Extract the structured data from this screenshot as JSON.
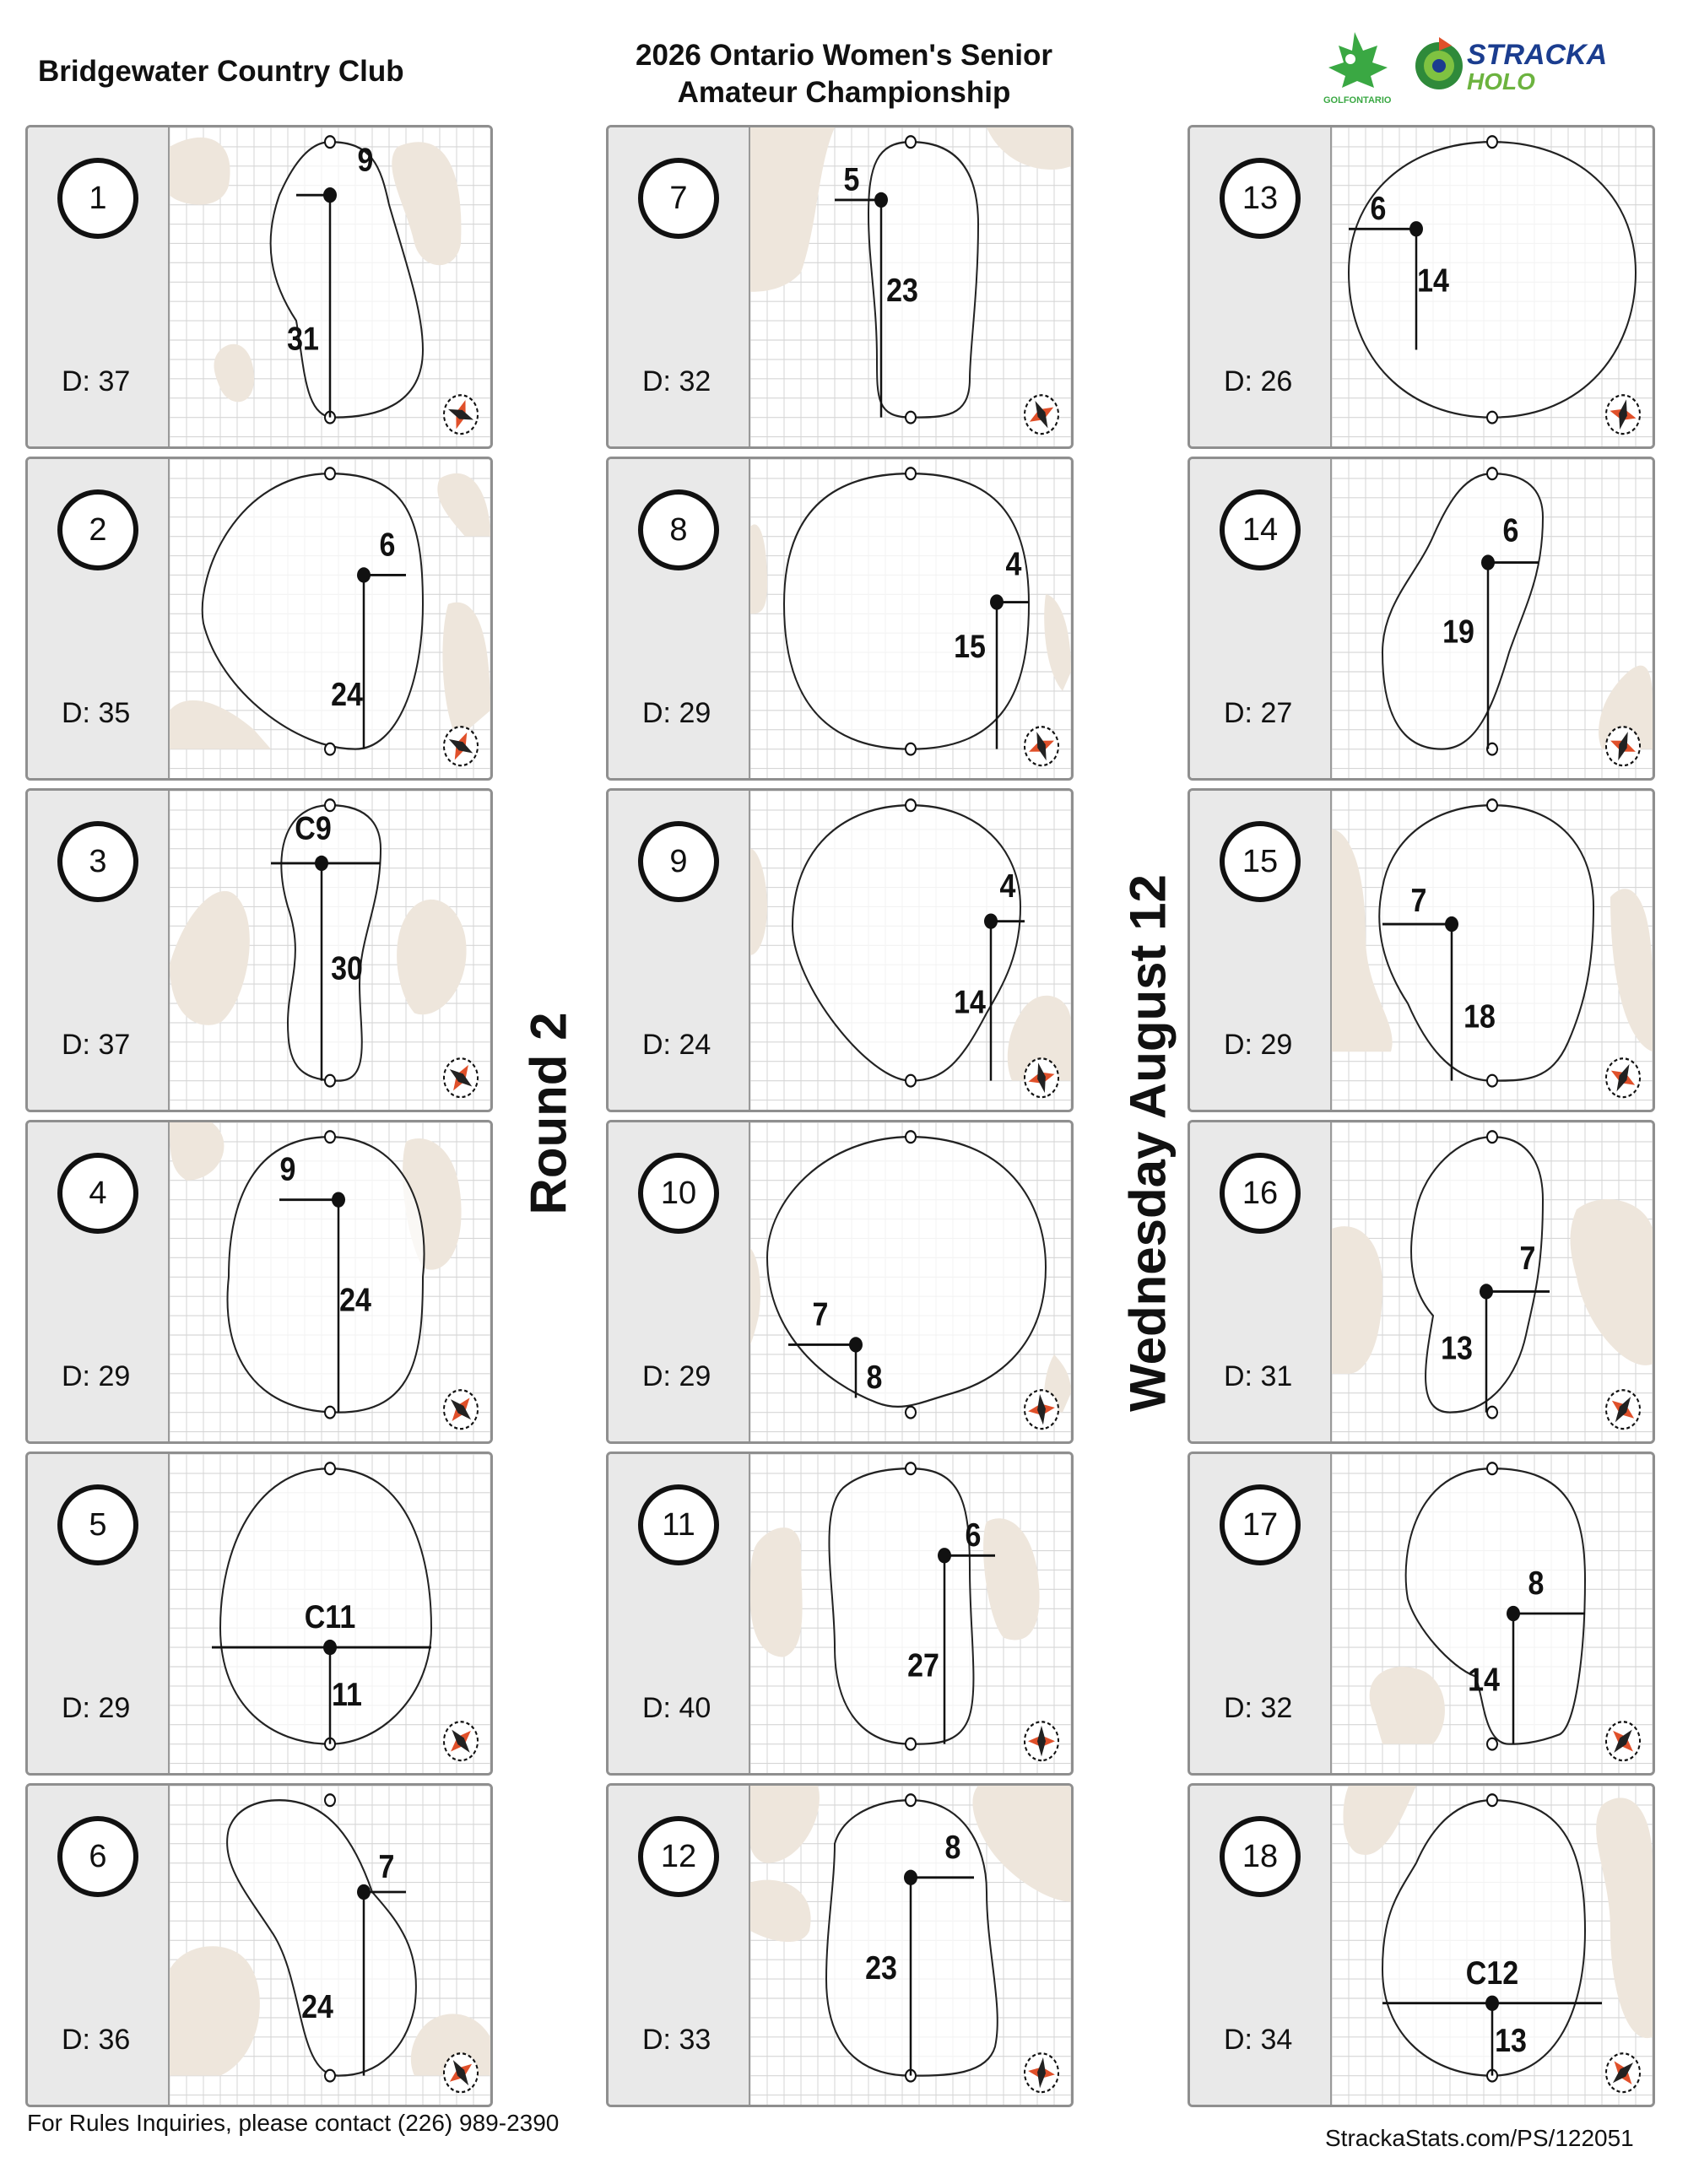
{
  "header": {
    "course": "Bridgewater Country Club",
    "event_line1": "2026 Ontario Women's Senior",
    "event_line2": "Amateur Championship",
    "logo_golf_ontario": "GOLFONTARIO",
    "logo_stracka_1": "STRACKA",
    "logo_stracka_2": "HOLO"
  },
  "round_label": "Round 2",
  "date_label": "Wednesday August 12",
  "footer": {
    "rules": "For Rules Inquiries, please contact (226) 989-2390",
    "url": "StrackaStats.com/PS/122051"
  },
  "colors": {
    "bunker": "#eee6dc",
    "grid": "#d6d6d6",
    "compass_red": "#e0502a"
  },
  "holes": [
    {
      "hole": "1",
      "depth": "D: 37",
      "side": "9",
      "front": "31"
    },
    {
      "hole": "2",
      "depth": "D: 35",
      "side": "6",
      "front": "24"
    },
    {
      "hole": "3",
      "depth": "D: 37",
      "side": "C9",
      "front": "30"
    },
    {
      "hole": "4",
      "depth": "D: 29",
      "side": "9",
      "front": "24"
    },
    {
      "hole": "5",
      "depth": "D: 29",
      "side": "C11",
      "front": "11"
    },
    {
      "hole": "6",
      "depth": "D: 36",
      "side": "7",
      "front": "24"
    },
    {
      "hole": "7",
      "depth": "D: 32",
      "side": "5",
      "front": "23"
    },
    {
      "hole": "8",
      "depth": "D: 29",
      "side": "4",
      "front": "15"
    },
    {
      "hole": "9",
      "depth": "D: 24",
      "side": "4",
      "front": "14"
    },
    {
      "hole": "10",
      "depth": "D: 29",
      "side": "7",
      "front": "8"
    },
    {
      "hole": "11",
      "depth": "D: 40",
      "side": "6",
      "front": "27"
    },
    {
      "hole": "12",
      "depth": "D: 33",
      "side": "8",
      "front": "23"
    },
    {
      "hole": "13",
      "depth": "D: 26",
      "side": "6",
      "front": "14"
    },
    {
      "hole": "14",
      "depth": "D: 27",
      "side": "6",
      "front": "19"
    },
    {
      "hole": "15",
      "depth": "D: 29",
      "side": "7",
      "front": "18"
    },
    {
      "hole": "16",
      "depth": "D: 31",
      "side": "7",
      "front": "13"
    },
    {
      "hole": "17",
      "depth": "D: 32",
      "side": "8",
      "front": "14"
    },
    {
      "hole": "18",
      "depth": "D: 34",
      "side": "C12",
      "front": "13"
    }
  ]
}
